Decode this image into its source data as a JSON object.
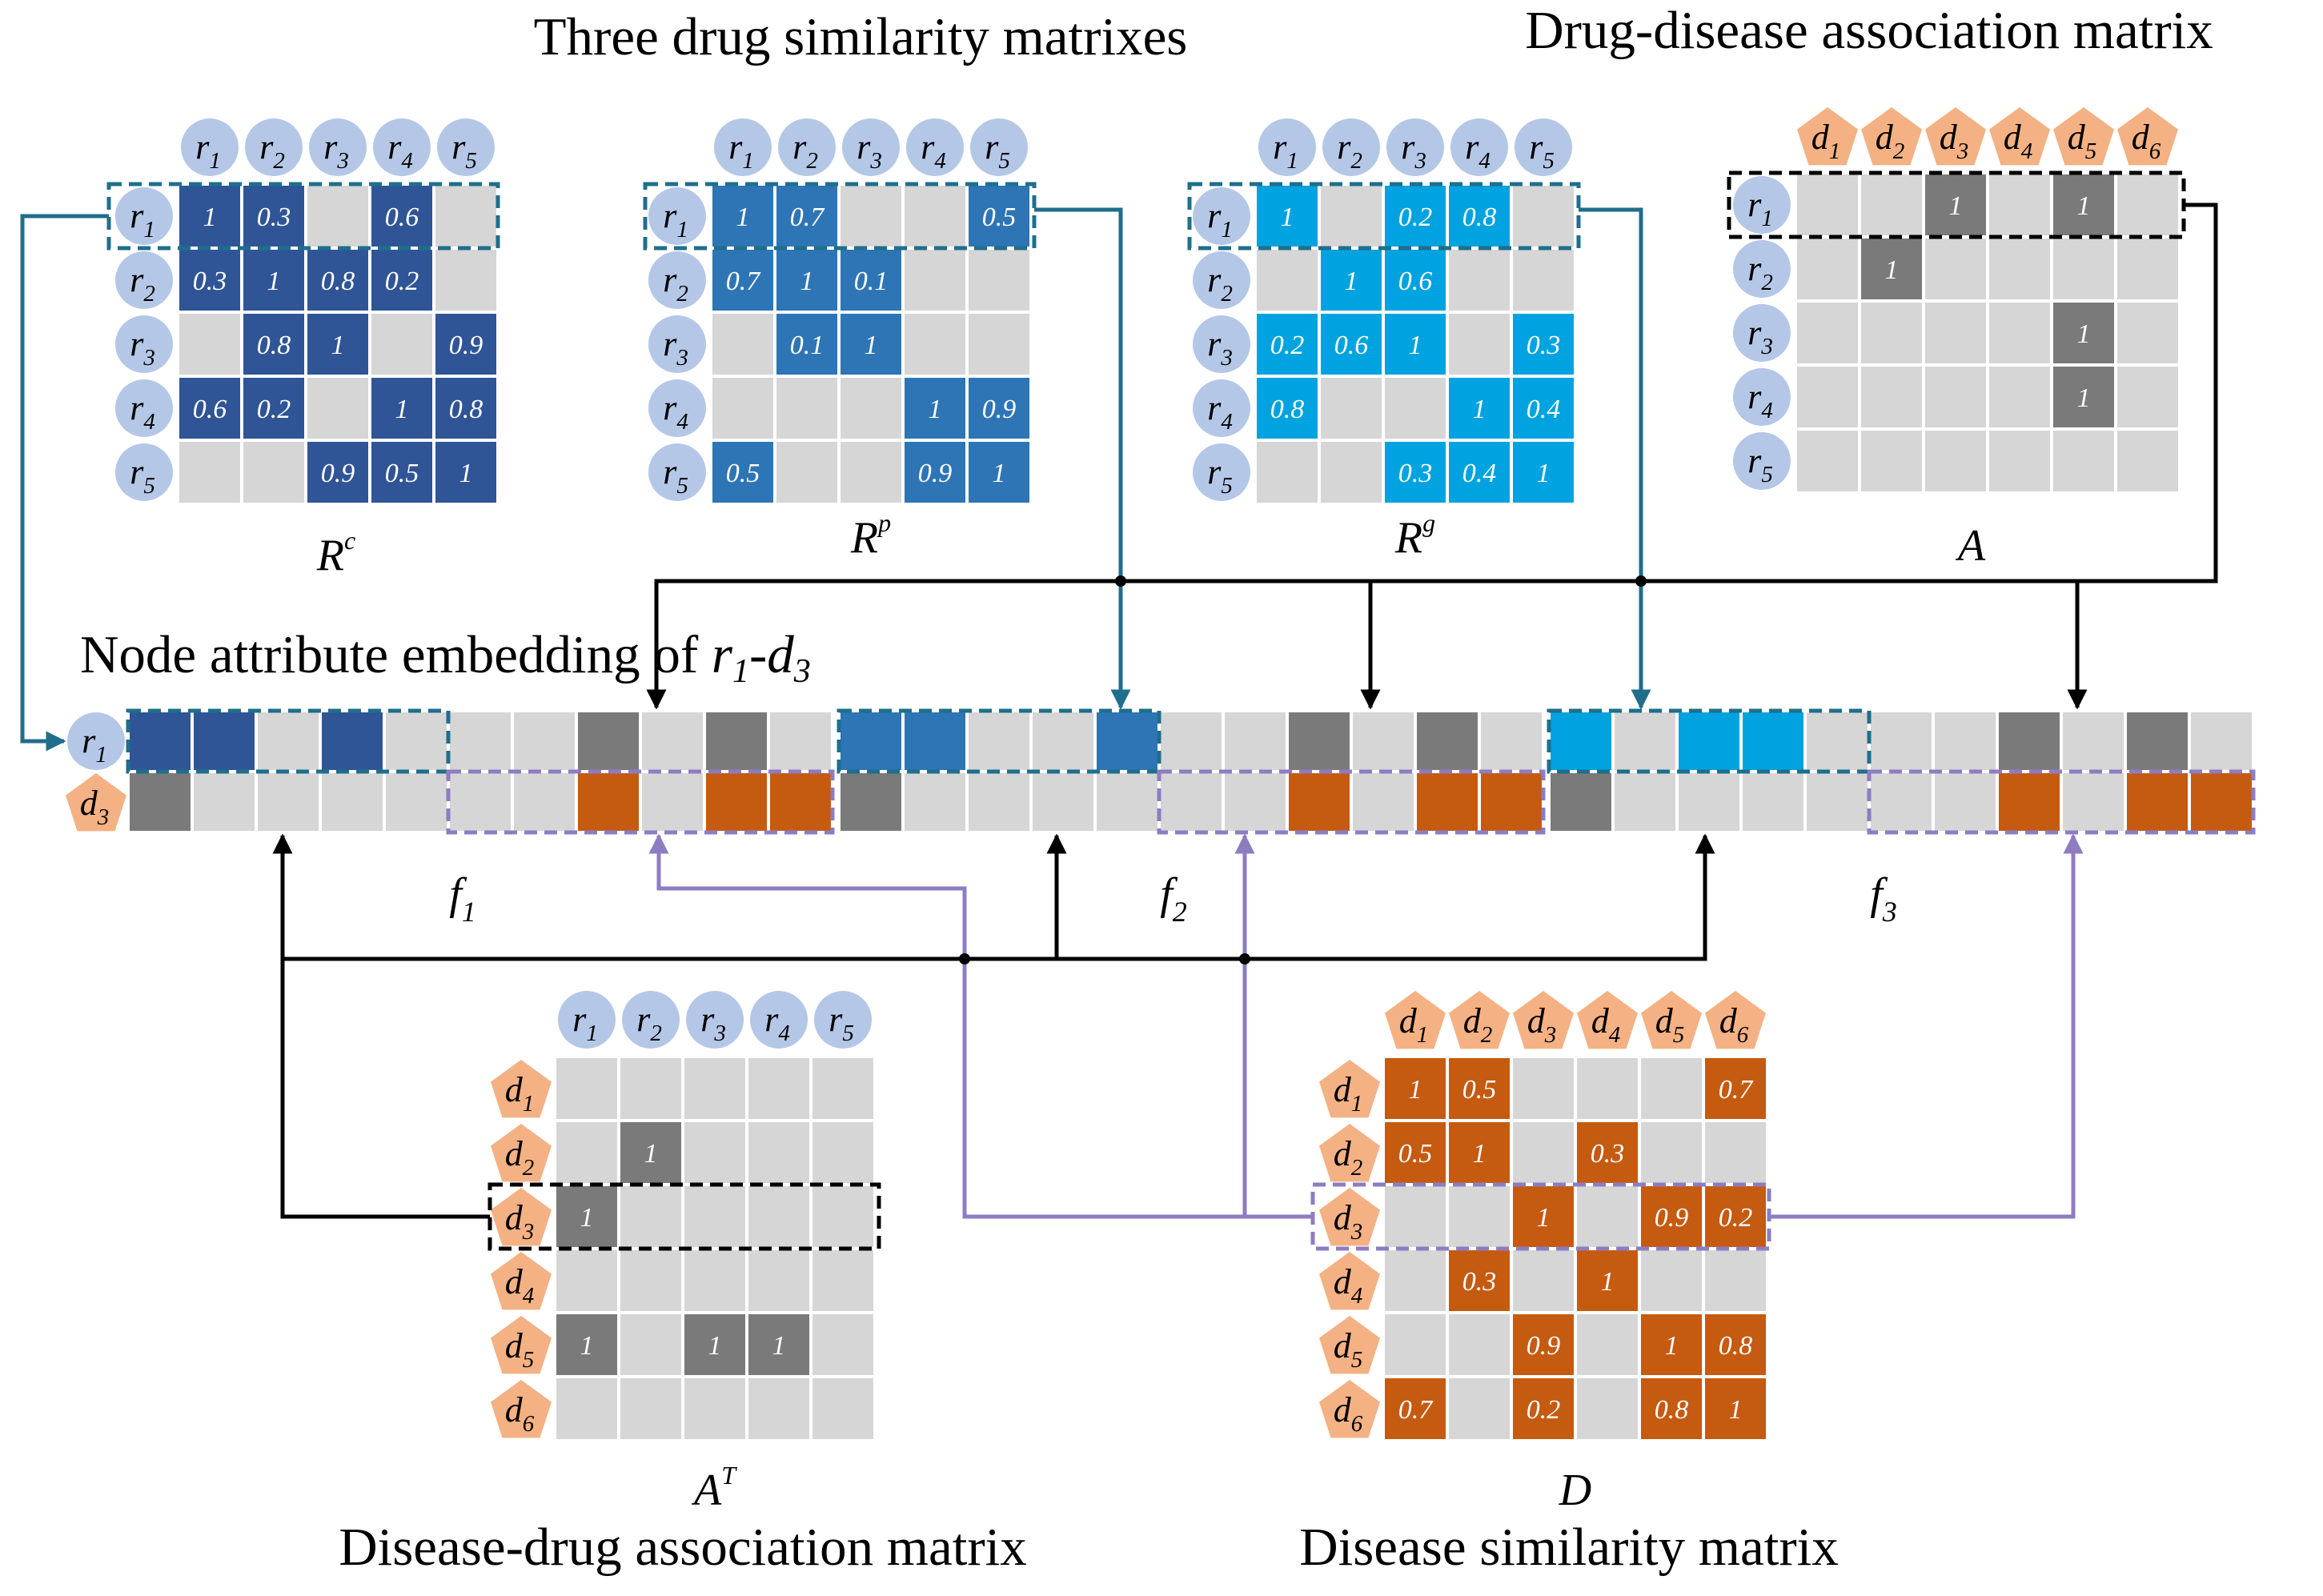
{
  "titles": {
    "drug_similarity": "Three drug similarity matrixes",
    "drug_disease": "Drug-disease association matrix",
    "node_attr_prefix": "Node attribute embedding of",
    "disease_drug": "Disease-drug association matrix",
    "disease_similarity": "Disease similarity matrix"
  },
  "labels": {
    "drugs": [
      {
        "base": "r",
        "sub": "1"
      },
      {
        "base": "r",
        "sub": "2"
      },
      {
        "base": "r",
        "sub": "3"
      },
      {
        "base": "r",
        "sub": "4"
      },
      {
        "base": "r",
        "sub": "5"
      }
    ],
    "diseases": [
      {
        "base": "d",
        "sub": "1"
      },
      {
        "base": "d",
        "sub": "2"
      },
      {
        "base": "d",
        "sub": "3"
      },
      {
        "base": "d",
        "sub": "4"
      },
      {
        "base": "d",
        "sub": "5"
      },
      {
        "base": "d",
        "sub": "6"
      }
    ]
  },
  "colors": {
    "empty": "#d6d6d6",
    "assoc": "#7a7a7a",
    "disease": "#c55a11",
    "rc": "#2f5597",
    "rp": "#2e75b6",
    "rg": "#00a3e0",
    "drug_node": "#b4c7e7",
    "disease_node": "#f4b183",
    "teal_line": "#1f6e8c",
    "purple_line": "#8e7cc3",
    "black_line": "#000000"
  },
  "matrices": {
    "Rc": {
      "caption": {
        "base": "R",
        "sup": "c"
      },
      "cells": [
        [
          "1",
          "0.3",
          "",
          "0.6",
          ""
        ],
        [
          "0.3",
          "1",
          "0.8",
          "0.2",
          ""
        ],
        [
          "",
          "0.8",
          "1",
          "",
          "0.9"
        ],
        [
          "0.6",
          "0.2",
          "",
          "1",
          "0.8"
        ],
        [
          "",
          "",
          "0.9",
          "0.5",
          "1"
        ]
      ]
    },
    "Rp": {
      "caption": {
        "base": "R",
        "sup": "p"
      },
      "cells": [
        [
          "1",
          "0.7",
          "",
          "",
          "0.5"
        ],
        [
          "0.7",
          "1",
          "0.1",
          "",
          ""
        ],
        [
          "",
          "0.1",
          "1",
          "",
          ""
        ],
        [
          "",
          "",
          "",
          "1",
          "0.9"
        ],
        [
          "0.5",
          "",
          "",
          "0.9",
          "1"
        ]
      ]
    },
    "Rg": {
      "caption": {
        "base": "R",
        "sup": "g"
      },
      "cells": [
        [
          "1",
          "",
          "0.2",
          "0.8",
          ""
        ],
        [
          "",
          "1",
          "0.6",
          "",
          ""
        ],
        [
          "0.2",
          "0.6",
          "1",
          "",
          "0.3"
        ],
        [
          "0.8",
          "",
          "",
          "1",
          "0.4"
        ],
        [
          "",
          "",
          "0.3",
          "0.4",
          "1"
        ]
      ]
    },
    "A": {
      "caption": {
        "base": "A",
        "sup": ""
      },
      "cells": [
        [
          "",
          "",
          "1",
          "",
          "1",
          ""
        ],
        [
          "",
          "1",
          "",
          "",
          "",
          ""
        ],
        [
          "",
          "",
          "",
          "",
          "1",
          ""
        ],
        [
          "",
          "",
          "",
          "",
          "1",
          ""
        ],
        [
          "",
          "",
          "",
          "",
          "",
          ""
        ]
      ]
    },
    "AT": {
      "caption": {
        "base": "A",
        "sup": "T"
      },
      "cells": [
        [
          "",
          "",
          "",
          "",
          ""
        ],
        [
          "",
          "1",
          "",
          "",
          ""
        ],
        [
          "1",
          "",
          "",
          "",
          ""
        ],
        [
          "",
          "",
          "",
          "",
          ""
        ],
        [
          "1",
          "",
          "1",
          "1",
          ""
        ],
        [
          "",
          "",
          "",
          "",
          ""
        ]
      ]
    },
    "D": {
      "caption": {
        "base": "D",
        "sup": ""
      },
      "cells": [
        [
          "1",
          "0.5",
          "",
          "",
          "",
          "0.7"
        ],
        [
          "0.5",
          "1",
          "",
          "0.3",
          "",
          ""
        ],
        [
          "",
          "",
          "1",
          "",
          "0.9",
          "0.2"
        ],
        [
          "",
          "0.3",
          "",
          "1",
          "",
          ""
        ],
        [
          "",
          "",
          "0.9",
          "",
          "1",
          "0.8"
        ],
        [
          "0.7",
          "",
          "0.2",
          "",
          "0.8",
          "1"
        ]
      ]
    }
  },
  "embedding": {
    "pair": {
      "drug": {
        "base": "r",
        "sub": "1"
      },
      "disease": {
        "base": "d",
        "sub": "3"
      }
    },
    "features": [
      {
        "caption": {
          "base": "f",
          "sub": "1"
        },
        "source": "Rc"
      },
      {
        "caption": {
          "base": "f",
          "sub": "2"
        },
        "source": "Rp"
      },
      {
        "caption": {
          "base": "f",
          "sub": "3"
        },
        "source": "Rg"
      }
    ]
  }
}
